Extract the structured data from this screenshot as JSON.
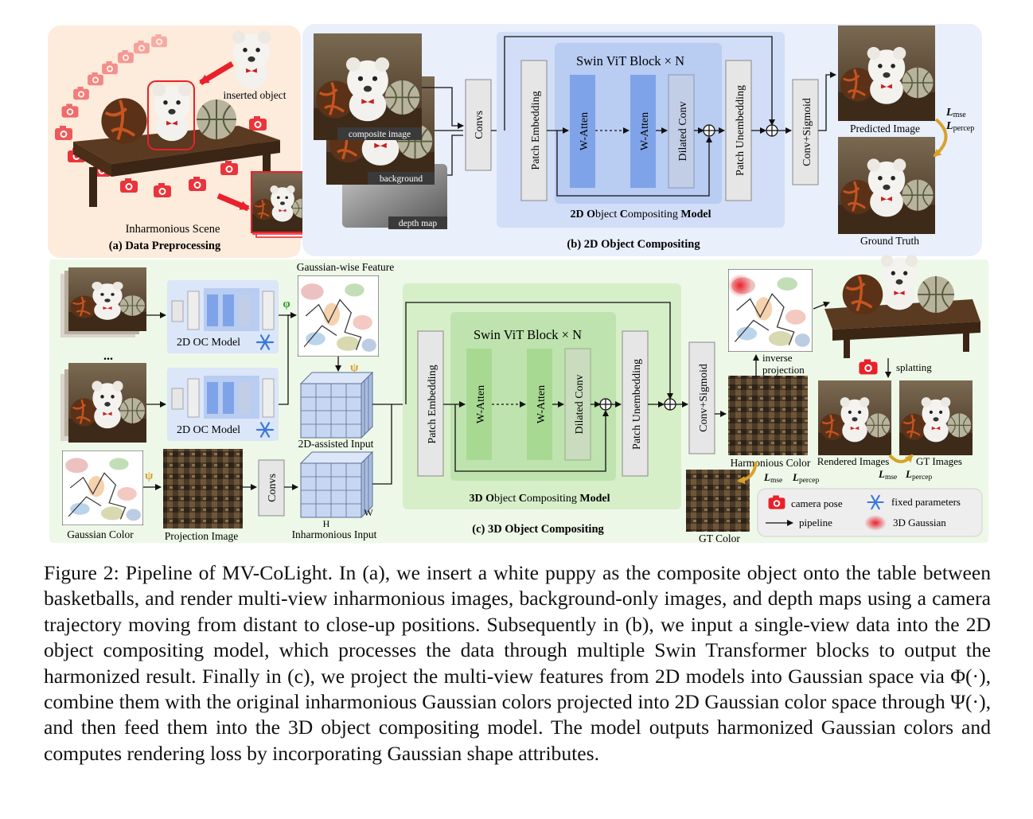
{
  "panels": {
    "a": {
      "title": "(a) Data Preprocessing",
      "scene_label": "Inharmonious Scene",
      "inserted_object": "inserted object"
    },
    "b": {
      "title": "(b) 2D Object Compositing",
      "model_label_parts": [
        "2D ",
        "O",
        "bject ",
        "C",
        "ompositing ",
        "Model"
      ],
      "inputs": {
        "composite": "composite image",
        "background": "background",
        "depth": "depth map"
      },
      "outputs": {
        "predicted": "Predicted Image",
        "ground_truth": "Ground Truth"
      }
    },
    "c": {
      "title": "(c) 3D Object Compositing",
      "model_label_parts": [
        "3D ",
        "O",
        "bject ",
        "C",
        "ompositing ",
        "Model"
      ],
      "gaussian_feature": "Gaussian-wise Feature",
      "oc_model": "2D OC Model",
      "ellipsis": "...",
      "phi": "φ",
      "psi": "ψ",
      "assisted_input": "2D-assisted Input",
      "inharmonious_input": "Inharmonious Input",
      "h_label": "H",
      "w_label": "W",
      "gaussian_color": "Gaussian Color",
      "projection_image": "Projection Image",
      "harmonious_color": "Harmonious Color",
      "gt_color": "GT Color",
      "inverse_projection": [
        "inverse",
        "projection"
      ],
      "splatting": "splatting",
      "rendered_images": "Rendered Images",
      "gt_images": "GT Images"
    }
  },
  "blocks": {
    "convs": "Convs",
    "patch_embedding": "Patch Embedding",
    "swin_block": "Swin ViT Block × N",
    "w_atten": "W-Atten",
    "dilated_conv": "Dilated Conv",
    "patch_unembedding": "Patch Unembedding",
    "conv_sigmoid": "Conv+Sigmoid"
  },
  "loss": {
    "l": "L",
    "mse": "mse",
    "percep": "percep"
  },
  "legend": {
    "camera_pose": "camera pose",
    "fixed_parameters": "fixed parameters",
    "pipeline": "pipeline",
    "gaussian_3d": "3D Gaussian"
  },
  "caption": "Figure 2: Pipeline of MV-CoLight. In (a), we insert a white puppy as the composite object onto the table between basketballs, and render multi-view inharmonious images, background-only images, and depth maps using a camera trajectory moving from distant to close-up positions. Subsequently in (b), we input a single-view data into the 2D object compositing model, which processes the data through multiple Swin Transformer blocks to output the harmonized result. Finally in (c), we project the multi-view features from 2D models into Gaussian space via Φ(·), combine them with the original inharmonious Gaussian colors projected into 2D Gaussian color space through Ψ(·), and then feed them into the 3D object compositing model. The model outputs harmonized Gaussian colors and computes rendering loss by incorporating Gaussian shape attributes.",
  "colors": {
    "panel_a": "#fdebdc",
    "panel_b": "#e9effb",
    "panel_c": "#eef8e8",
    "block_blue": "#7fa3e8",
    "block_green": "#b6dfa4",
    "camera_red": "#e8212a",
    "arrow_gold": "#d9a12a"
  }
}
